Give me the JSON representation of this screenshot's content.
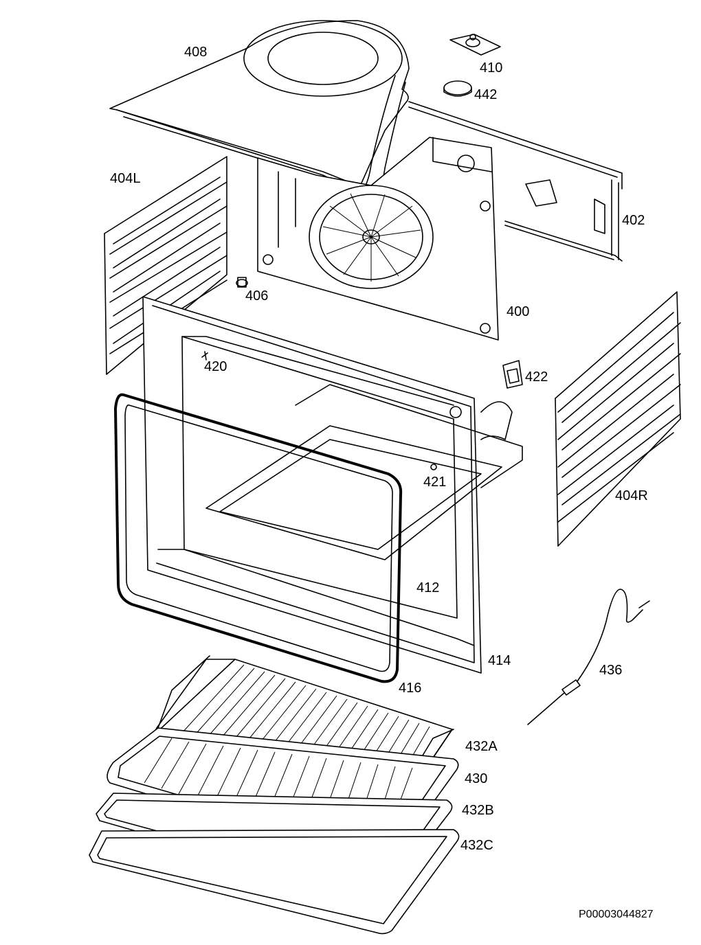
{
  "diagram": {
    "parts": [
      {
        "key": "p408",
        "label": "408"
      },
      {
        "key": "p410",
        "label": "410"
      },
      {
        "key": "p442",
        "label": "442"
      },
      {
        "key": "p404L",
        "label": "404L"
      },
      {
        "key": "p402",
        "label": "402"
      },
      {
        "key": "p406",
        "label": "406"
      },
      {
        "key": "p400",
        "label": "400"
      },
      {
        "key": "p420",
        "label": "420"
      },
      {
        "key": "p422",
        "label": "422"
      },
      {
        "key": "p421",
        "label": "421"
      },
      {
        "key": "p404R",
        "label": "404R"
      },
      {
        "key": "p412",
        "label": "412"
      },
      {
        "key": "p414",
        "label": "414"
      },
      {
        "key": "p436",
        "label": "436"
      },
      {
        "key": "p416",
        "label": "416"
      },
      {
        "key": "p432A",
        "label": "432A"
      },
      {
        "key": "p430",
        "label": "430"
      },
      {
        "key": "p432B",
        "label": "432B"
      },
      {
        "key": "p432C",
        "label": "432C"
      }
    ],
    "document_id": "P00003044827"
  }
}
